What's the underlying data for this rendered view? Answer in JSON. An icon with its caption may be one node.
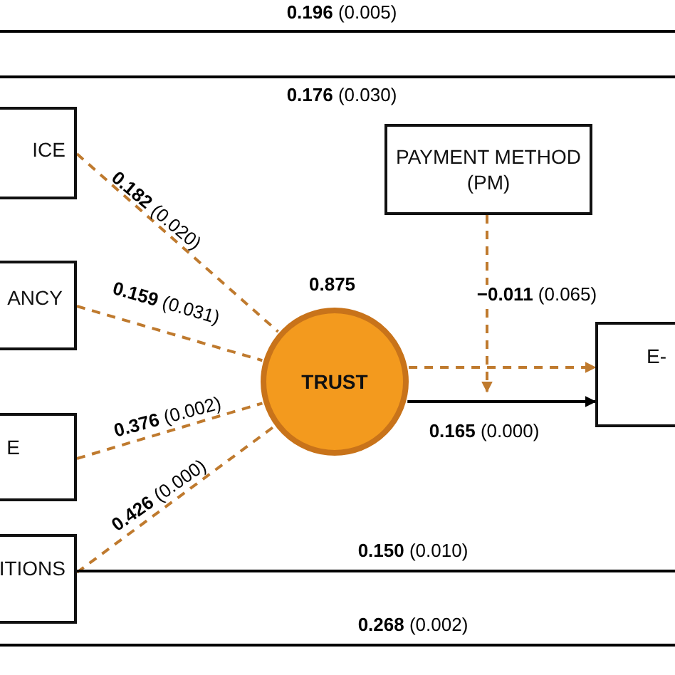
{
  "diagram": {
    "nodes": [
      {
        "text": [
          "ICE"
        ]
      },
      {
        "text": [
          "ANCY"
        ]
      },
      {
        "text": [
          "E"
        ]
      },
      {
        "text": [
          "ITIONS"
        ]
      },
      {
        "text": [
          "TRUST"
        ],
        "beside": [
          "0.875"
        ]
      },
      {
        "text": [
          "PAYMENT METHOD (PM)"
        ]
      },
      {
        "text": [
          "E-"
        ]
      }
    ],
    "edges": [
      {
        "from": 0,
        "to": 4,
        "arrow": "none",
        "label": "**0.182** (0.020)",
        "style": "dashed"
      },
      {
        "from": 1,
        "to": 4,
        "arrow": "none",
        "label": "**0.159** (0.031)",
        "style": "dashed"
      },
      {
        "from": 2,
        "to": 4,
        "arrow": "none",
        "label": "**0.376** (0.002)",
        "style": "dashed"
      },
      {
        "from": 3,
        "to": 4,
        "arrow": "none",
        "label": "**0.426** (0.000)",
        "style": "dashed"
      },
      {
        "from": 4,
        "to": 6,
        "arrow": "to",
        "style": "dashed"
      },
      {
        "from": 4,
        "to": 6,
        "arrow": "to",
        "label": "**0.165** (0.000)",
        "color": "#000000"
      },
      {
        "from": 5,
        "to": null,
        "arrow": "to",
        "label": "**−0.011** (0.065)",
        "style": "dashed"
      },
      {
        "from": 3,
        "to": null,
        "arrow": "none",
        "label": "**0.150** (0.010)",
        "color": "#000000"
      }
    ],
    "labels": [
      "**0.196** (0.005)",
      "**0.176** (0.030)",
      "**0.268** (0.002)"
    ]
  }
}
